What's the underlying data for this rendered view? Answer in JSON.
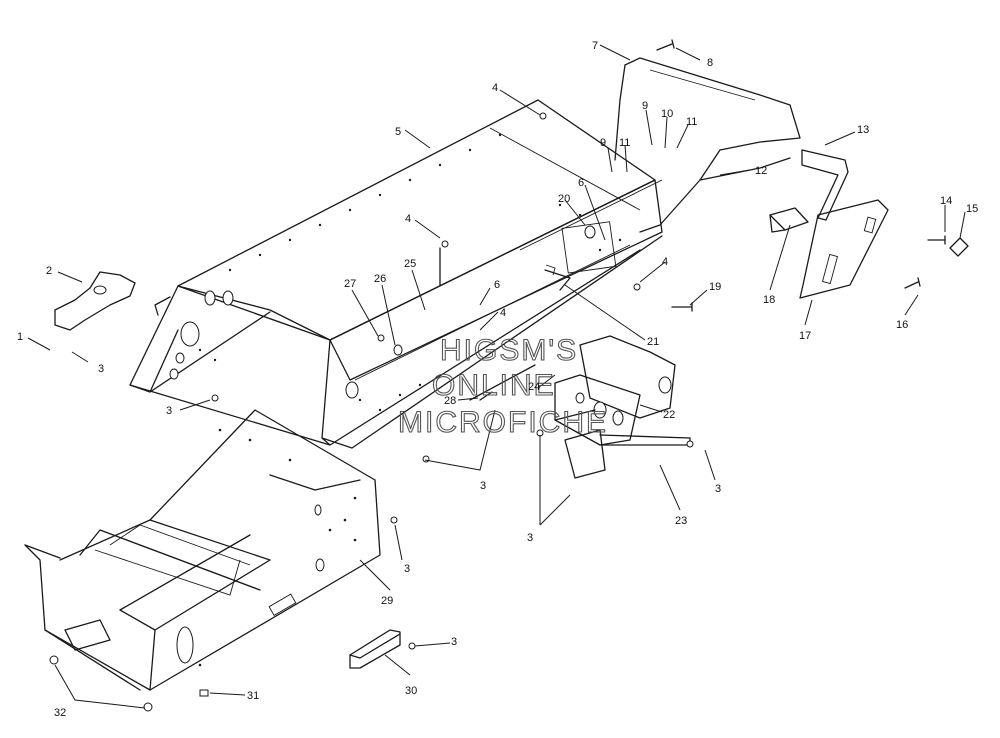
{
  "diagram": {
    "watermark": [
      "HIGSM'S",
      "ONLINE",
      "MICROFICHE"
    ],
    "callouts": [
      {
        "id": "c1",
        "text": "1"
      },
      {
        "id": "c2",
        "text": "2"
      },
      {
        "id": "c3a",
        "text": "3"
      },
      {
        "id": "c3b",
        "text": "3"
      },
      {
        "id": "c3c",
        "text": "3"
      },
      {
        "id": "c3d",
        "text": "3"
      },
      {
        "id": "c3e",
        "text": "3"
      },
      {
        "id": "c3f",
        "text": "3"
      },
      {
        "id": "c3g",
        "text": "3"
      },
      {
        "id": "c4a",
        "text": "4"
      },
      {
        "id": "c4b",
        "text": "4"
      },
      {
        "id": "c4c",
        "text": "4"
      },
      {
        "id": "c4d",
        "text": "4"
      },
      {
        "id": "c5",
        "text": "5"
      },
      {
        "id": "c6a",
        "text": "6"
      },
      {
        "id": "c6b",
        "text": "6"
      },
      {
        "id": "c7",
        "text": "7"
      },
      {
        "id": "c8",
        "text": "8"
      },
      {
        "id": "c9a",
        "text": "9"
      },
      {
        "id": "c9b",
        "text": "9"
      },
      {
        "id": "c10",
        "text": "10"
      },
      {
        "id": "c11a",
        "text": "11"
      },
      {
        "id": "c11b",
        "text": "11"
      },
      {
        "id": "c12",
        "text": "12"
      },
      {
        "id": "c13",
        "text": "13"
      },
      {
        "id": "c14",
        "text": "14"
      },
      {
        "id": "c15",
        "text": "15"
      },
      {
        "id": "c16",
        "text": "16"
      },
      {
        "id": "c17",
        "text": "17"
      },
      {
        "id": "c18",
        "text": "18"
      },
      {
        "id": "c19",
        "text": "19"
      },
      {
        "id": "c20",
        "text": "20"
      },
      {
        "id": "c21",
        "text": "21"
      },
      {
        "id": "c22",
        "text": "22"
      },
      {
        "id": "c23",
        "text": "23"
      },
      {
        "id": "c24",
        "text": "24"
      },
      {
        "id": "c25",
        "text": "25"
      },
      {
        "id": "c26",
        "text": "26"
      },
      {
        "id": "c27",
        "text": "27"
      },
      {
        "id": "c28",
        "text": "28"
      },
      {
        "id": "c29",
        "text": "29"
      },
      {
        "id": "c30",
        "text": "30"
      },
      {
        "id": "c31",
        "text": "31"
      },
      {
        "id": "c32",
        "text": "32"
      }
    ]
  }
}
